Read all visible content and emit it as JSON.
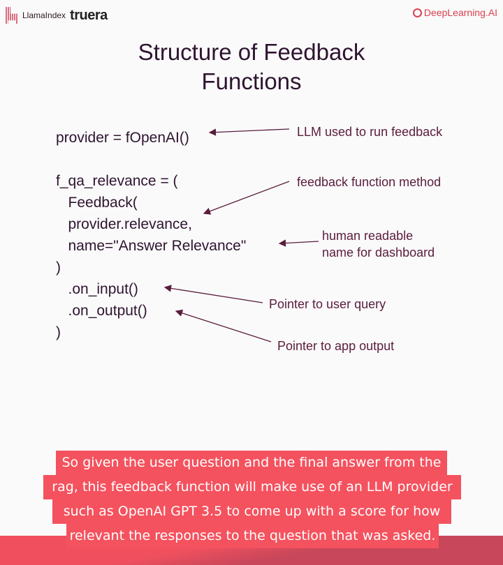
{
  "header": {
    "llamaindex_logo": "LlamaIndex",
    "truera_logo": "truera",
    "deeplearning_logo": "DeepLearning.AI"
  },
  "slide": {
    "title_lines": [
      "Structure of Feedback",
      "Functions"
    ],
    "code_lines": [
      "provider = fOpenAI()",
      "",
      "f_qa_relevance = (",
      "   Feedback(",
      "   provider.relevance,",
      "   name=\"Answer Relevance\"",
      ")",
      "   .on_input()",
      "   .on_output()",
      ")"
    ],
    "annotations": {
      "provider": "LLM used to run feedback",
      "method": "feedback function method",
      "name_line1": "human readable",
      "name_line2": "name for dashboard",
      "on_input": "Pointer to user query",
      "on_output": "Pointer to app output"
    }
  },
  "caption": {
    "lines": [
      "So given the user question and the final answer from the",
      "rag, this feedback function will make use of an LLM provider",
      "such as OpenAI GPT 3.5 to come up with a score for how",
      "relevant the responses to the question that was asked."
    ]
  },
  "colors": {
    "accent": "#f4525e",
    "text": "#2e1430",
    "annotation": "#5a1c3c"
  }
}
